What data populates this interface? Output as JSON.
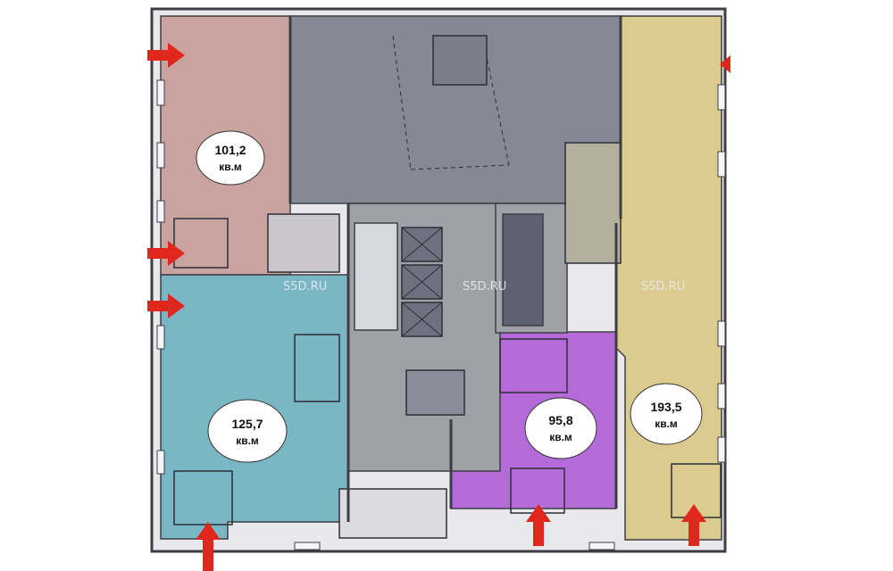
{
  "watermark": "S5D.RU",
  "units": [
    {
      "id": "office-1",
      "area": "101,2",
      "unit": "кв.м",
      "color": "#c9a3a0"
    },
    {
      "id": "office-2",
      "area": "125,7",
      "unit": "кв.м",
      "color": "#79b7c4"
    },
    {
      "id": "office-3",
      "area": "95,8",
      "unit": "кв.м",
      "color": "#b46ad9"
    },
    {
      "id": "office-4",
      "area": "193,5",
      "unit": "кв.м",
      "color": "#dccb8e"
    }
  ],
  "colors": {
    "core": "#868894",
    "corridor": "#9fa0a8",
    "wall": "#3d3d45",
    "arrow": "#e0271d",
    "background": "#ffffff"
  }
}
